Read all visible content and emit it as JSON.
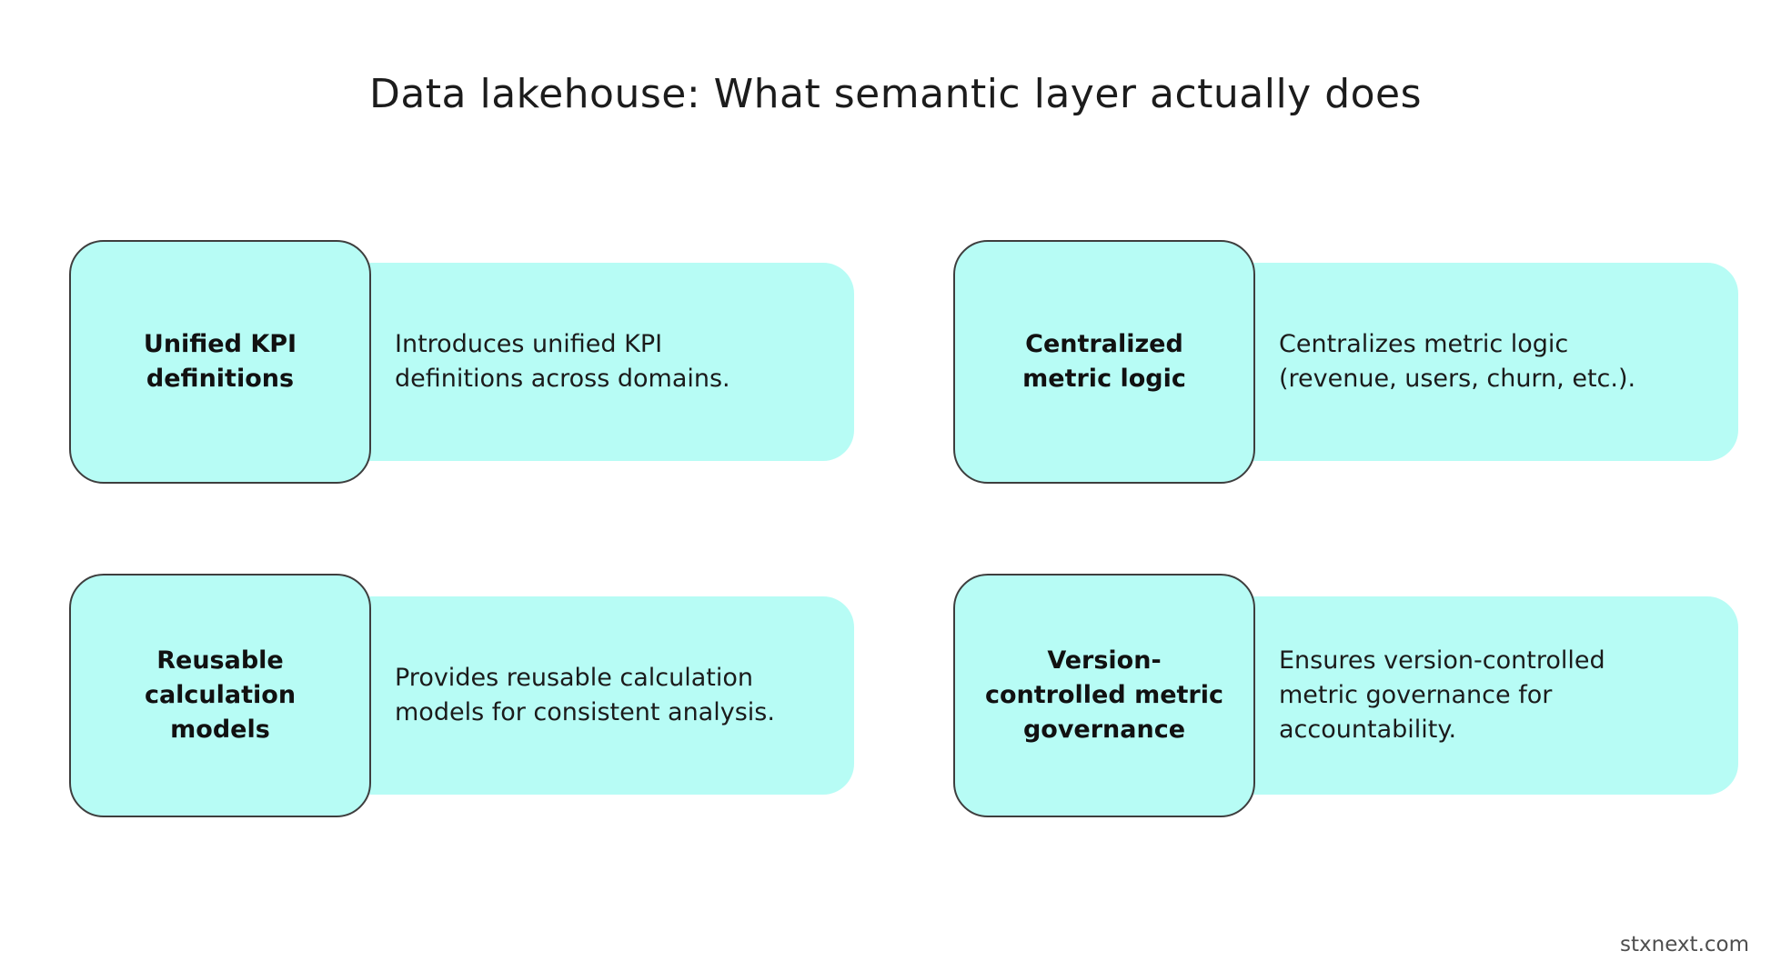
{
  "title": "Data lakehouse: What semantic layer actually does",
  "colors": {
    "card_fill": "#b7fcf5",
    "card_border": "#3e3e3e",
    "title_text": "#1c1c1c",
    "body_text": "#1b1b1b",
    "footer_text": "#4f4f4f",
    "background": "#ffffff"
  },
  "cards": [
    {
      "id": "unified-kpi-definitions",
      "label": "Unified KPI\ndefinitions",
      "description": "Introduces unified KPI\ndefinitions across domains."
    },
    {
      "id": "centralized-metric-logic",
      "label": "Centralized\nmetric logic",
      "description": "Centralizes metric logic\n(revenue, users, churn, etc.)."
    },
    {
      "id": "reusable-calculation-models",
      "label": "Reusable\ncalculation\nmodels",
      "description": "Provides reusable calculation\nmodels for consistent analysis."
    },
    {
      "id": "version-controlled-metric-governance",
      "label": "Version-\ncontrolled metric\ngovernance",
      "description": "Ensures version-controlled\nmetric governance for\naccountability."
    }
  ],
  "footer": "stxnext.com"
}
